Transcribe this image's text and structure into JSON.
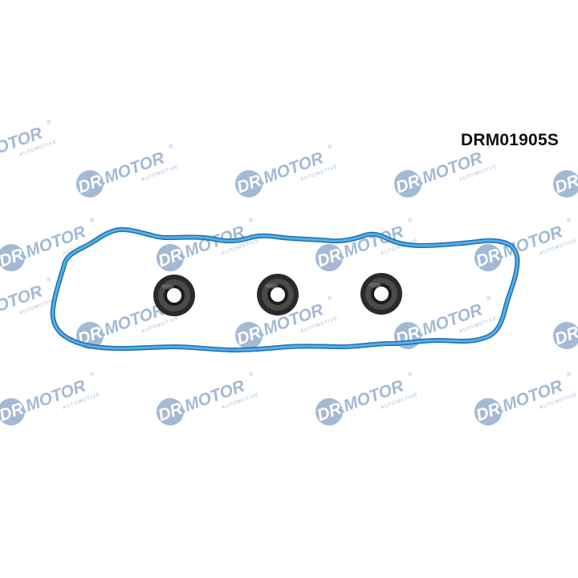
{
  "product": {
    "part_number": "DRM01905S"
  },
  "watermark": {
    "brand": "DR.MOTOR",
    "sub": "AUTOMOTIVE",
    "brand_color": "#8fa9c7",
    "repeat": true
  },
  "parts": {
    "gasket_color": "#4da3dc",
    "gasket_edge_color": "#1f6fae",
    "seal_count": 3,
    "seal_color": "#2b2b2b"
  }
}
